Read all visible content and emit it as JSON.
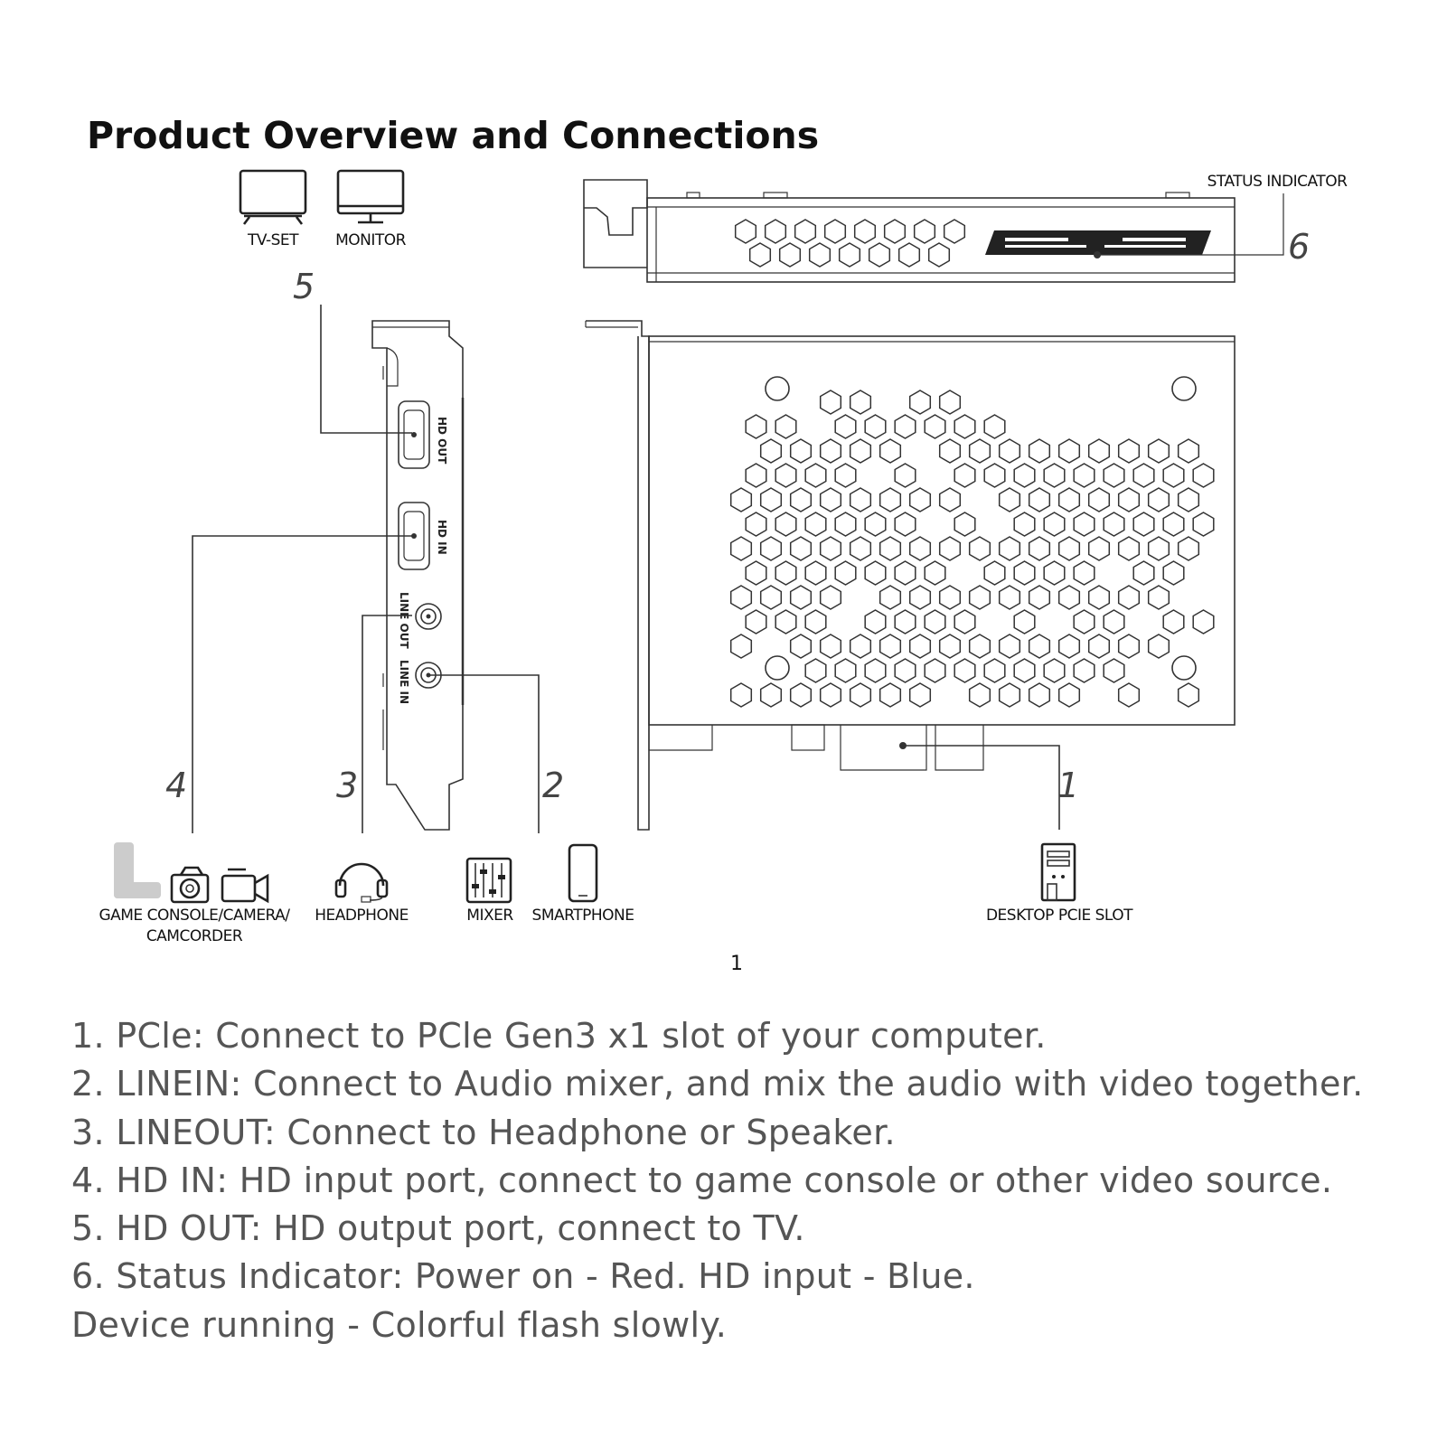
{
  "title": "Product Overview and Connections",
  "figure_number": "1",
  "callouts": [
    "1",
    "2",
    "3",
    "4",
    "5",
    "6"
  ],
  "labels": {
    "tv_set": "TV-SET",
    "monitor": "MONITOR",
    "status_indicator": "STATUS INDICATOR",
    "game_console_line1": "GAME CONSOLE/CAMERA/",
    "game_console_line2": "CAMCORDER",
    "headphone": "HEADPHONE",
    "mixer": "MIXER",
    "smartphone": "SMARTPHONE",
    "desktop_pcie_slot": "DESKTOP PCIE SLOT"
  },
  "ports": {
    "hd_out": "HD OUT",
    "hd_in": "HD IN",
    "line_out": "LINE OUT",
    "line_in": "LINE IN"
  },
  "notes": [
    "1. PCle: Connect to PCle Gen3 x1 slot of your computer.",
    "2. LINEIN: Connect to Audio mixer, and mix the audio with video together.",
    "3. LINEOUT: Connect to Headphone or Speaker.",
    "4. HD IN: HD input port, connect to game console or other video source.",
    "5. HD OUT: HD output port, connect to TV.",
    "6. Status Indicator: Power on - Red. HD input - Blue.",
    "Device running - Colorful flash slowly."
  ]
}
